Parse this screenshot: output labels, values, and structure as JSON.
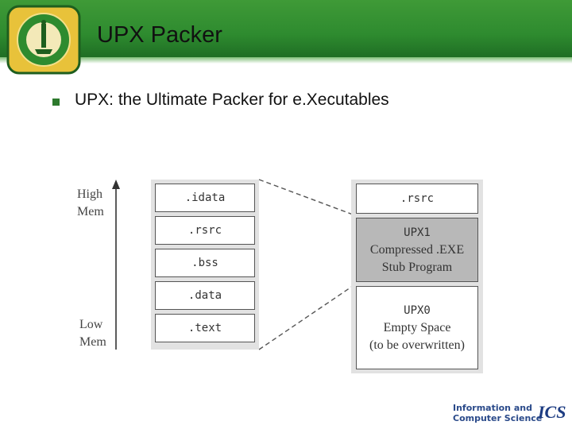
{
  "slide": {
    "title": "UPX Packer",
    "bullet": "UPX: the Ultimate Packer for e.Xecutables"
  },
  "diagram": {
    "axis": {
      "top_line1": "High",
      "top_line2": "Mem",
      "bottom_line1": "Low",
      "bottom_line2": "Mem"
    },
    "original_sections": [
      ".idata",
      ".rsrc",
      ".bss",
      ".data",
      ".text"
    ],
    "packed_sections": {
      "rsrc": ".rsrc",
      "upx1_line1": "UPX1",
      "upx1_line2": "Compressed .EXE",
      "upx1_line3": "Stub Program",
      "upx0_line1": "UPX0",
      "upx0_line2": "Empty Space",
      "upx0_line3": "(to be overwritten)"
    }
  },
  "footer": {
    "line1": "Information and",
    "line2": "Computer Science",
    "mark": "ICS"
  },
  "colors": {
    "header_green": "#2e8b2f",
    "bullet_green": "#2d7a2d",
    "upx1_fill": "#b8b8b8",
    "panel_gray": "#e2e2e2"
  }
}
